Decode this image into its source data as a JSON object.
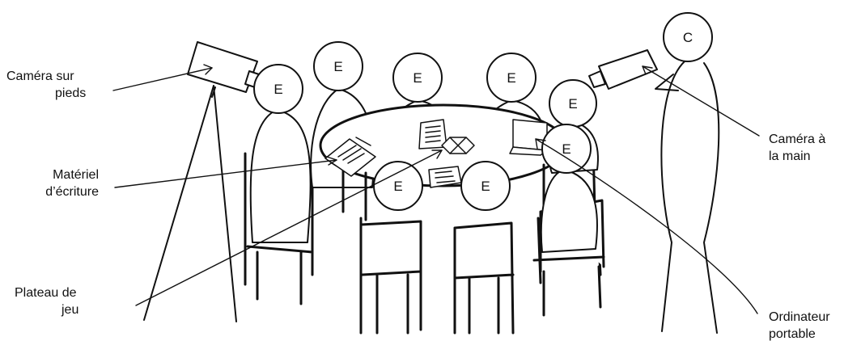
{
  "labels": {
    "camera_tripod": [
      "Caméra sur",
      "pieds"
    ],
    "writing_material": [
      "Matériel",
      "d’écriture"
    ],
    "game_board": [
      "Plateau de",
      "jeu"
    ],
    "camera_hand": [
      "Caméra à",
      "la main"
    ],
    "laptop": [
      "Ordinateur",
      "portable"
    ]
  },
  "head_letters": {
    "student": "E",
    "cameraperson": "C"
  },
  "colors": {
    "ink": "#111111",
    "background": "#ffffff"
  }
}
